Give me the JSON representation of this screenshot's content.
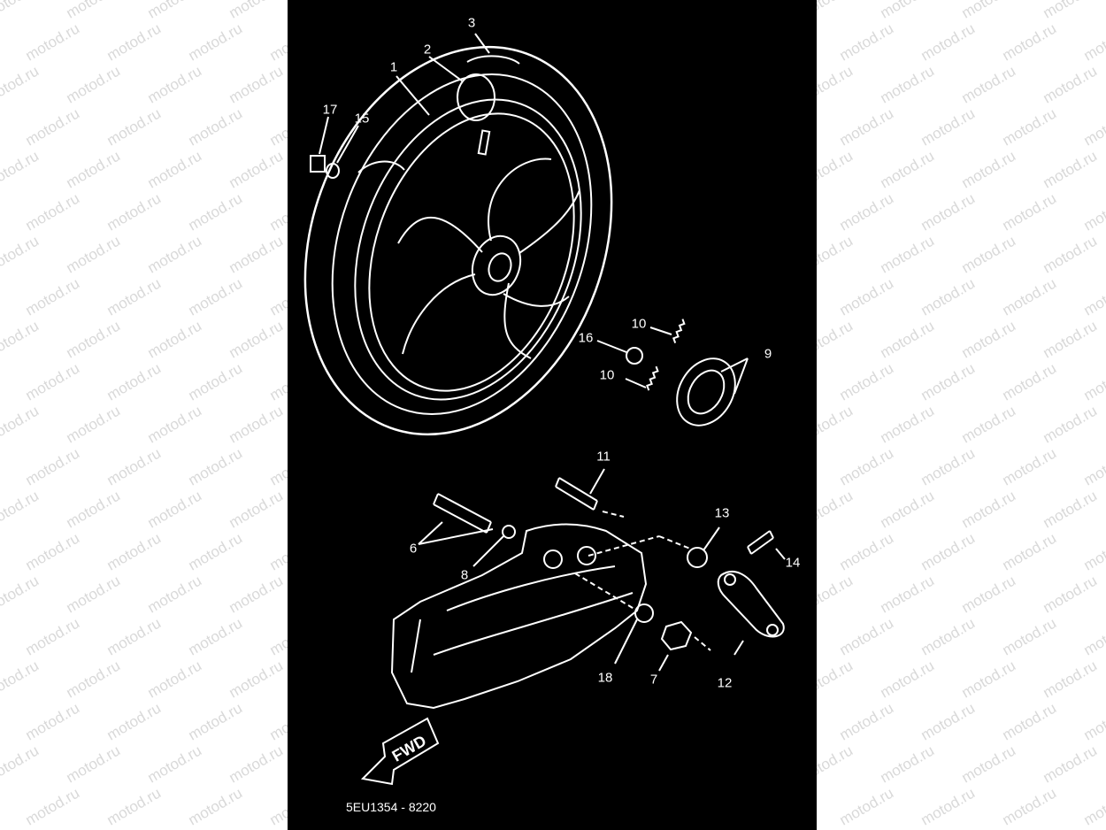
{
  "watermark": "motod.ru",
  "colors": {
    "panel": "#000000",
    "line": "#ffffff",
    "watermark": "#d9d9d9",
    "page": "#ffffff"
  },
  "callouts": {
    "c1": "1",
    "c2": "2",
    "c3": "3",
    "c6": "6",
    "c7": "7",
    "c8": "8",
    "c9": "9",
    "c10a": "10",
    "c10b": "10",
    "c11": "11",
    "c12": "12",
    "c13": "13",
    "c14": "14",
    "c15": "15",
    "c16": "16",
    "c17": "17",
    "c18": "18"
  },
  "fwd_label": "FWD",
  "reference_code": "5EU1354 - 8220"
}
